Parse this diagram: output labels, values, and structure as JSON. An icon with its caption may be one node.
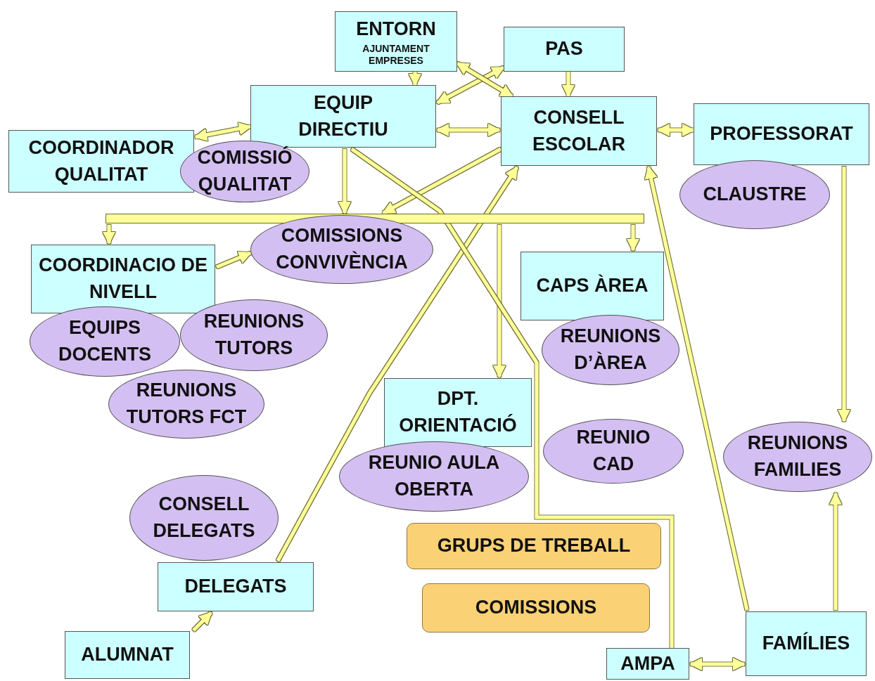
{
  "diagram": {
    "nodes": [
      {
        "text": [
          "ENTORN",
          "AJUNTAMENT EMPRESES"
        ]
      },
      {
        "text": [
          "PAS"
        ]
      },
      {
        "text": [
          "EQUIP DIRECTIU"
        ]
      },
      {
        "text": [
          "CONSELL ESCOLAR"
        ]
      },
      {
        "text": [
          "COORDINADOR QUALITAT"
        ]
      },
      {
        "text": [
          "COMISSIÓ QUALITAT"
        ]
      },
      {
        "text": [
          "PROFESSORAT"
        ]
      },
      {
        "text": [
          "CLAUSTRE"
        ]
      },
      {
        "text": [],
        "shape": "bar"
      },
      {
        "text": [
          "COMISSIONS CONVIVÈNCIA"
        ]
      },
      {
        "text": [
          "COORDINACIO DE NIVELL"
        ]
      },
      {
        "text": [
          "CAPS ÀREA"
        ]
      },
      {
        "text": [
          "EQUIPS DOCENTS"
        ]
      },
      {
        "text": [
          "REUNIONS TUTORS"
        ]
      },
      {
        "text": [
          "REUNIONS D’ÀREA"
        ]
      },
      {
        "text": [
          "REUNIONS TUTORS FCT"
        ]
      },
      {
        "text": [
          "DPT. ORIENTACIÓ"
        ]
      },
      {
        "text": [
          "REUNIO CAD"
        ]
      },
      {
        "text": [
          "REUNIONS FAMILIES"
        ]
      },
      {
        "text": [
          "REUNIO AULA OBERTA"
        ]
      },
      {
        "text": [
          "CONSELL DELEGATS"
        ]
      },
      {
        "text": [
          "GRUPS DE TREBALL"
        ]
      },
      {
        "text": [
          "DELEGATS"
        ]
      },
      {
        "text": [
          "COMISSIONS"
        ]
      },
      {
        "text": [
          "ALUMNAT"
        ]
      },
      {
        "text": [
          "AMPA"
        ]
      },
      {
        "text": [
          "FAMÍLIES"
        ]
      }
    ],
    "edges": [
      {
        "from": 0,
        "to": 2,
        "arrow": "to"
      },
      {
        "from": 1,
        "to": 3,
        "arrow": "to"
      },
      {
        "from": 2,
        "to": 1,
        "arrow": "both"
      },
      {
        "from": 0,
        "to": 3,
        "arrow": "both"
      },
      {
        "from": 4,
        "to": 2,
        "arrow": "both"
      },
      {
        "from": 2,
        "to": 3,
        "arrow": "both"
      },
      {
        "from": 3,
        "to": 6,
        "arrow": "both"
      },
      {
        "from": 2,
        "to": 8,
        "arrow": "to"
      },
      {
        "from": 3,
        "to": 8,
        "arrow": "to"
      },
      {
        "from": 8,
        "to": 10,
        "arrow": "to"
      },
      {
        "from": 8,
        "to": 11,
        "arrow": "to"
      },
      {
        "from": 8,
        "to": 16,
        "arrow": "to"
      },
      {
        "from": 10,
        "to": 9,
        "arrow": "to"
      },
      {
        "from": 6,
        "to": 18,
        "arrow": "to"
      },
      {
        "from": 26,
        "to": 18,
        "arrow": "to"
      },
      {
        "from": 26,
        "to": 3,
        "arrow": "to"
      },
      {
        "from": 25,
        "to": 26,
        "arrow": "both"
      },
      {
        "from": 22,
        "to": 3,
        "arrow": "to"
      },
      {
        "from": 24,
        "to": 22,
        "arrow": "to"
      },
      {
        "from": 2,
        "to": 25,
        "arrow": "none"
      }
    ]
  }
}
